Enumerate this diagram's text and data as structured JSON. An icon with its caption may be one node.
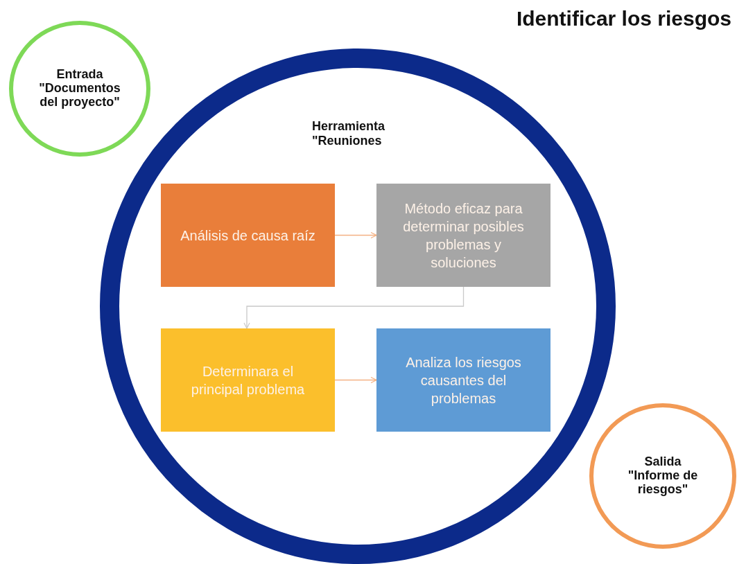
{
  "diagram": {
    "title": "Identificar los riesgos",
    "nodes": [
      {
        "text": [
          "Entrada \"Documentos del proyecto\""
        ]
      },
      {
        "text": [
          "Herramienta \"Reuniones"
        ]
      },
      {
        "text": [
          "Análisis de causa raíz"
        ],
        "in": 1
      },
      {
        "text": [
          "Método eficaz para determinar posibles problemas y soluciones"
        ],
        "in": 1
      },
      {
        "text": [
          "Determinara el principal problema"
        ],
        "in": 1
      },
      {
        "text": [
          "Analiza los riesgos causantes del problemas"
        ],
        "in": 1
      },
      {
        "text": [
          "Salida \"Informe de riesgos\""
        ]
      }
    ],
    "edges": [
      {
        "from": 2,
        "to": 3,
        "arrow": "to"
      },
      {
        "from": 3,
        "to": 4,
        "arrow": "to",
        "color": "#c9c9c9"
      },
      {
        "from": 4,
        "to": 5,
        "arrow": "to"
      }
    ]
  }
}
